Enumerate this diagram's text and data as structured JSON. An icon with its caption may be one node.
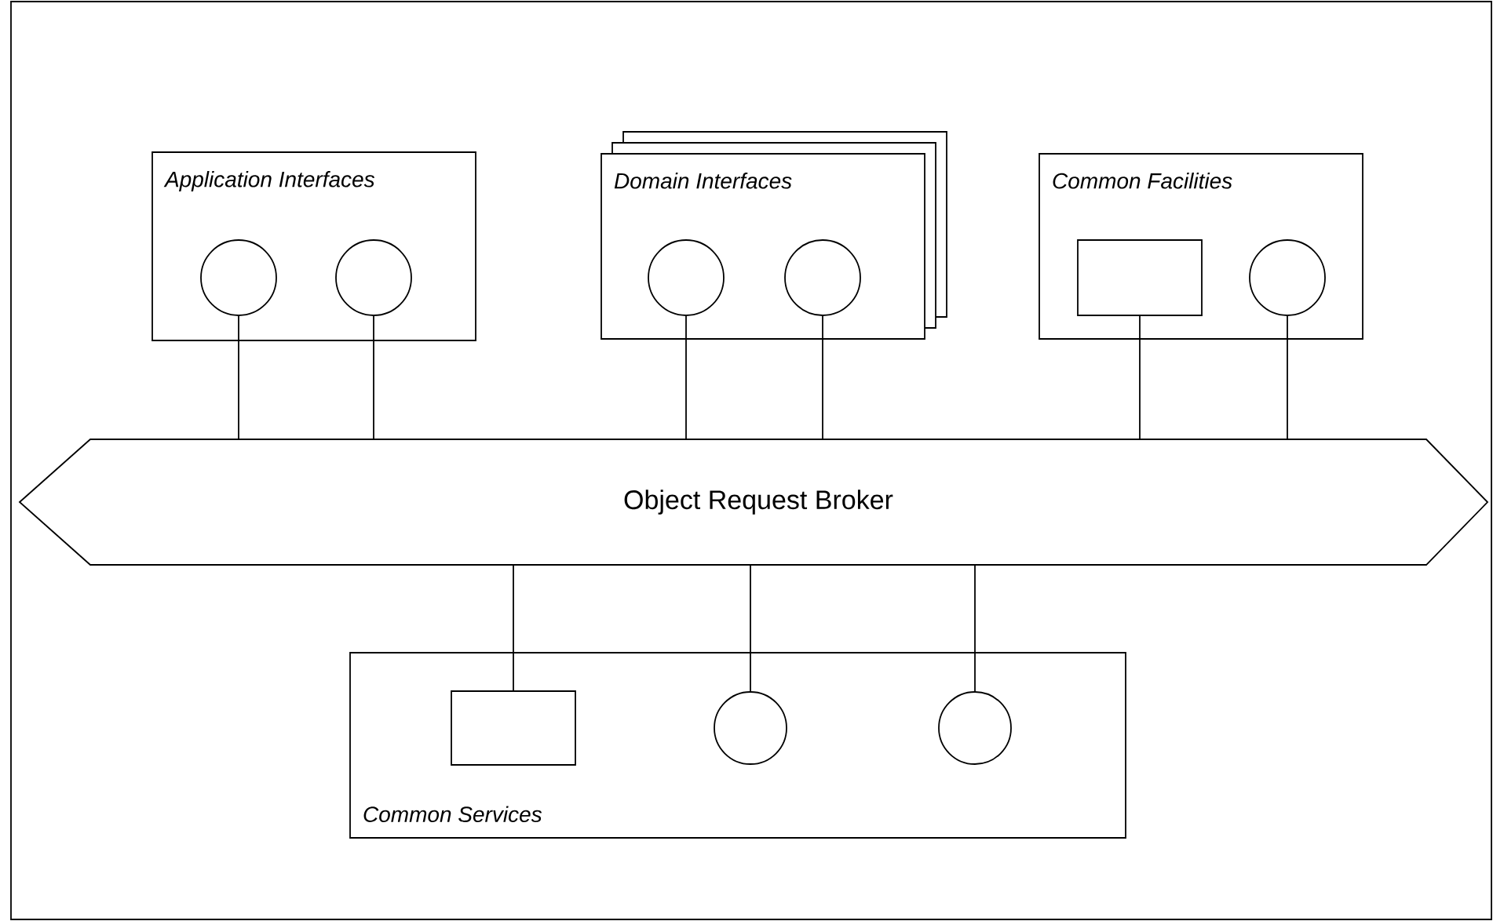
{
  "diagram": {
    "nodes": [
      {
        "text": [
          "Application Interfaces"
        ]
      },
      {
        "text": [],
        "shape": "circle",
        "in": 0
      },
      {
        "text": [],
        "shape": "circle",
        "in": 0
      },
      {
        "text": [
          "Domain Interfaces"
        ]
      },
      {
        "text": [],
        "shape": "circle",
        "in": 3
      },
      {
        "text": [],
        "shape": "circle",
        "in": 3
      },
      {
        "text": [
          "Common Facilities"
        ]
      },
      {
        "text": [],
        "shape": "box",
        "in": 6
      },
      {
        "text": [],
        "shape": "circle",
        "in": 6
      },
      {
        "text": [
          "Object Request Broker"
        ]
      },
      {
        "text": [
          "Common Services"
        ]
      },
      {
        "text": [],
        "shape": "box",
        "in": 10
      },
      {
        "text": [],
        "shape": "circle",
        "in": 10
      },
      {
        "text": [],
        "shape": "circle",
        "in": 10
      }
    ],
    "edges": [
      {
        "from": 1,
        "to": 9,
        "arrow": "none"
      },
      {
        "from": 2,
        "to": 9,
        "arrow": "none"
      },
      {
        "from": 4,
        "to": 9,
        "arrow": "none"
      },
      {
        "from": 5,
        "to": 9,
        "arrow": "none"
      },
      {
        "from": 7,
        "to": 9,
        "arrow": "none"
      },
      {
        "from": 8,
        "to": 9,
        "arrow": "none"
      },
      {
        "from": 9,
        "to": 11,
        "arrow": "none"
      },
      {
        "from": 9,
        "to": 12,
        "arrow": "none"
      },
      {
        "from": 9,
        "to": 13,
        "arrow": "none"
      }
    ]
  }
}
